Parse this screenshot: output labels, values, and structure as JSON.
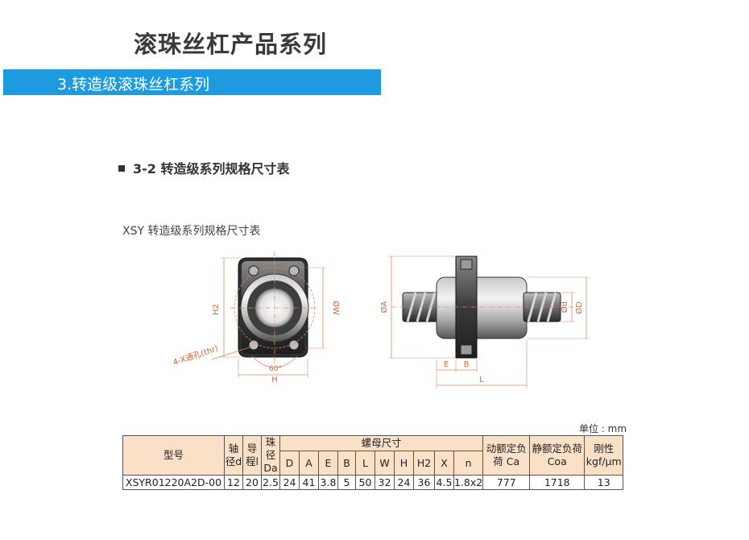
{
  "header": {
    "title": "滚珠丝杠产品系列",
    "section_banner": "3.转造级滚珠丝杠系列"
  },
  "subsection": {
    "title": "3-2 转造级系列规格尺寸表"
  },
  "figure": {
    "caption": "XSY 转造级系列规格尺寸表",
    "front_view": {
      "label_h2": "H2",
      "label_w": "ØW",
      "label_thr": "4-X通孔(thr)",
      "label_angle": "60°",
      "label_h": "H"
    },
    "side_view": {
      "label_a": "ØA",
      "label_d_small": "Ød",
      "label_d": "ØD",
      "label_e": "E",
      "label_b": "B",
      "label_l": "L"
    }
  },
  "table": {
    "unit": "单位 : mm",
    "headers": {
      "model": "型号",
      "shaft_dia": "轴径d",
      "lead": "导程l",
      "ball_dia": "珠径Da",
      "nut_dims": "螺母尺寸",
      "dynamic_load": "动额定负荷 Ca",
      "static_load": "静额定负荷 Coa",
      "rigidity": "刚性 kgf/μm"
    },
    "nut_columns": [
      "D",
      "A",
      "E",
      "B",
      "L",
      "W",
      "H",
      "H2",
      "X",
      "n"
    ],
    "row": {
      "model": "XSYR01220A2D-00",
      "d": "12",
      "l": "20",
      "da": "2.5",
      "nut": [
        "24",
        "41",
        "3.8",
        "5",
        "50",
        "32",
        "24",
        "36",
        "4.5",
        "1.8x2"
      ],
      "ca": "777",
      "coa": "1718",
      "rigidity": "13"
    }
  }
}
